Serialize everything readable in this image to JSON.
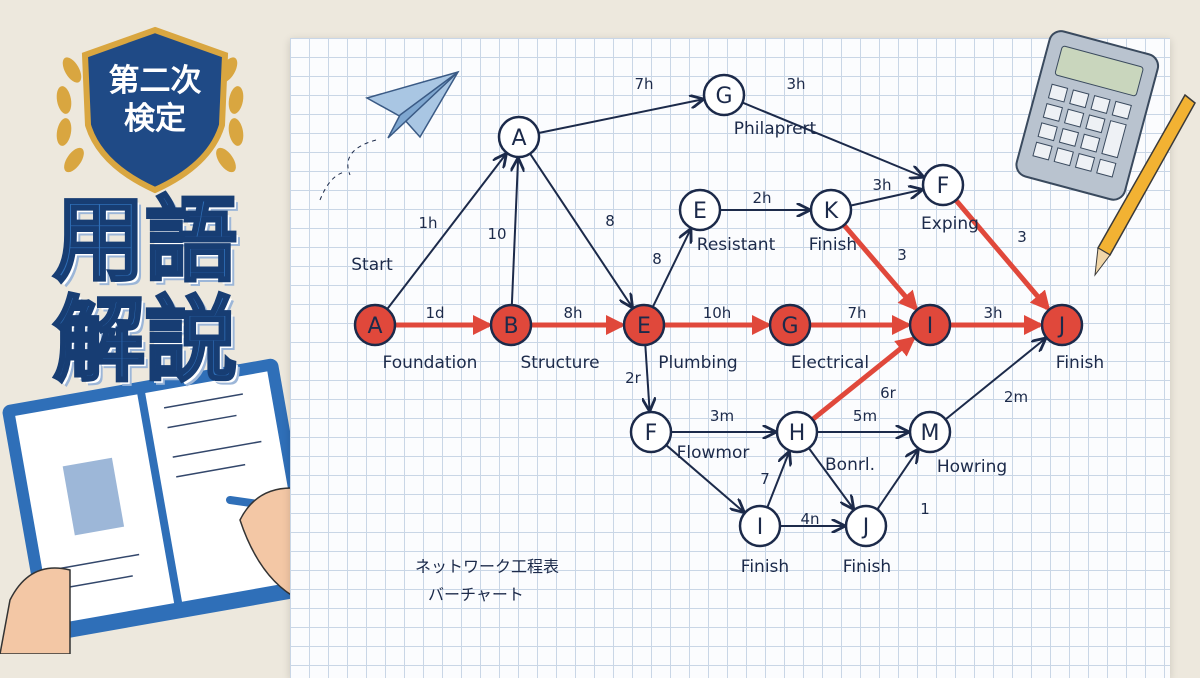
{
  "badge": {
    "line1": "第二次",
    "line2": "検定"
  },
  "title": {
    "line1": "用語",
    "line2": "解説"
  },
  "diagram": {
    "nodes": [
      {
        "id": "A1",
        "letter": "A",
        "critical": true
      },
      {
        "id": "B1",
        "letter": "B",
        "critical": true
      },
      {
        "id": "E1",
        "letter": "E",
        "critical": true
      },
      {
        "id": "G1",
        "letter": "G",
        "critical": true
      },
      {
        "id": "I1",
        "letter": "I",
        "critical": true
      },
      {
        "id": "J1",
        "letter": "J",
        "critical": true
      },
      {
        "id": "A2",
        "letter": "A",
        "critical": false
      },
      {
        "id": "G2",
        "letter": "G",
        "critical": false
      },
      {
        "id": "E2",
        "letter": "E",
        "critical": false
      },
      {
        "id": "K",
        "letter": "K",
        "critical": false
      },
      {
        "id": "F2",
        "letter": "F",
        "critical": false
      },
      {
        "id": "F3",
        "letter": "F",
        "critical": false
      },
      {
        "id": "H",
        "letter": "H",
        "critical": false
      },
      {
        "id": "M",
        "letter": "M",
        "critical": false
      },
      {
        "id": "I3",
        "letter": "I",
        "critical": false
      },
      {
        "id": "J3",
        "letter": "J",
        "critical": false
      }
    ],
    "edges": [
      {
        "from": "A1",
        "to": "B1",
        "critical": true
      },
      {
        "from": "B1",
        "to": "E1",
        "critical": true
      },
      {
        "from": "E1",
        "to": "G1",
        "critical": true
      },
      {
        "from": "G1",
        "to": "I1",
        "critical": true
      },
      {
        "from": "I1",
        "to": "J1",
        "critical": true
      },
      {
        "from": "K",
        "to": "I1",
        "critical": true
      },
      {
        "from": "F2",
        "to": "J1",
        "critical": true
      },
      {
        "from": "H",
        "to": "I1",
        "critical": true
      },
      {
        "from": "A1",
        "to": "A2",
        "critical": false
      },
      {
        "from": "B1",
        "to": "A2",
        "critical": false
      },
      {
        "from": "A2",
        "to": "E1",
        "critical": false
      },
      {
        "from": "A2",
        "to": "G2",
        "critical": false
      },
      {
        "from": "G2",
        "to": "F2",
        "critical": false
      },
      {
        "from": "E1",
        "to": "E2",
        "critical": false
      },
      {
        "from": "E2",
        "to": "K",
        "critical": false
      },
      {
        "from": "K",
        "to": "F2",
        "critical": false
      },
      {
        "from": "E1",
        "to": "F3",
        "critical": false
      },
      {
        "from": "F3",
        "to": "H",
        "critical": false
      },
      {
        "from": "F3",
        "to": "I3",
        "critical": false
      },
      {
        "from": "I3",
        "to": "H",
        "critical": false
      },
      {
        "from": "I3",
        "to": "J3",
        "critical": false
      },
      {
        "from": "H",
        "to": "J3",
        "critical": false
      },
      {
        "from": "H",
        "to": "M",
        "critical": false
      },
      {
        "from": "J3",
        "to": "M",
        "critical": false
      },
      {
        "from": "M",
        "to": "J1",
        "critical": false
      }
    ],
    "labels": [
      "Start",
      "1h",
      "10",
      "8",
      "8",
      "7h",
      "3h",
      "Philaprert",
      "2h",
      "Resistant",
      "Finish",
      "3h",
      "Exping",
      "3",
      "3",
      "1d",
      "8h",
      "10h",
      "7h",
      "3h",
      "Foundation",
      "Structure",
      "Plumbing",
      "Electrical",
      "Finish",
      "2r",
      "6r",
      "2m",
      "3m",
      "5m",
      "Flowmor",
      "Bonrl.",
      "Howring",
      "7",
      "4n",
      "1",
      "Finish",
      "Finish"
    ]
  },
  "caption": {
    "line1": "ネットワーク工程表",
    "line2": "バーチャート"
  },
  "colors": {
    "critical": "#e0483b",
    "ink": "#1c2a4a",
    "title": "#2f6fb8"
  }
}
